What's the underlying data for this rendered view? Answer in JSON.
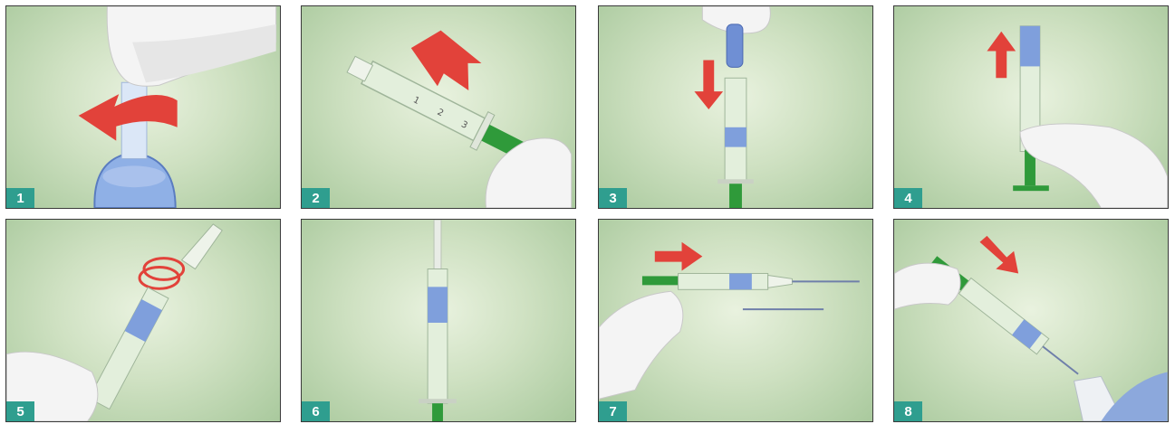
{
  "steps": [
    {
      "number": "1"
    },
    {
      "number": "2"
    },
    {
      "number": "3"
    },
    {
      "number": "4"
    },
    {
      "number": "5"
    },
    {
      "number": "6"
    },
    {
      "number": "7"
    },
    {
      "number": "8"
    }
  ],
  "syringe_scale": {
    "mark_1": "1",
    "mark_2": "2",
    "mark_3": "3"
  },
  "colors": {
    "panel_bg": "#cfe1c2",
    "badge": "#2f9e8f",
    "arrow_red": "#e2423a",
    "plunger_green": "#2f9a3a",
    "liquid_blue": "#7f9fdc",
    "glove_white": "#f4f4f4"
  },
  "icons": [
    "arrow-icon",
    "syringe-icon",
    "vial-icon",
    "glove-hand-icon",
    "needle-icon",
    "cap-icon"
  ]
}
